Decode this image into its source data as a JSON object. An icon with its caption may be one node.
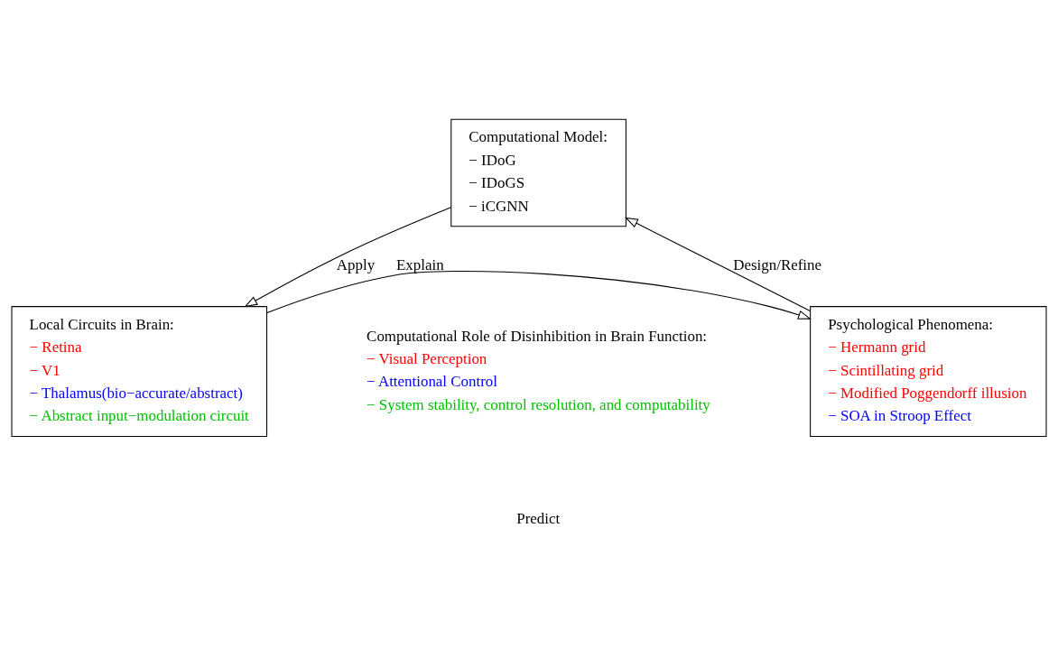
{
  "diagram": {
    "nodes": [
      {
        "text": [
          "Computational Model:",
          "− IDoG",
          "− IDoGS",
          "− iCGNN"
        ]
      },
      {
        "text": [
          "Local Circuits in Brain:",
          "− Retina",
          "− V1",
          "− Thalamus(bio−accurate/abstract)",
          "− Abstract input−modulation circuit"
        ]
      },
      {
        "text": [
          "Psychological Phenomena:",
          "− Hermann grid",
          "− Scintillating grid",
          "− Modified Poggendorff illusion",
          "− SOA in Stroop Effect"
        ]
      }
    ],
    "edges": [
      {
        "from": 0,
        "to": 1,
        "arrow": "to",
        "label": "Apply"
      },
      {
        "from": 1,
        "to": 2,
        "arrow": "to",
        "label": "Explain"
      },
      {
        "from": 2,
        "to": 0,
        "arrow": "to",
        "label": "Design/Refine"
      }
    ],
    "labels": [
      "Computational Role of Disinhibition in Brain Function:",
      "− Visual Perception",
      "− Attentional Control",
      "− System stability, control resolution, and computability",
      "Predict"
    ]
  }
}
